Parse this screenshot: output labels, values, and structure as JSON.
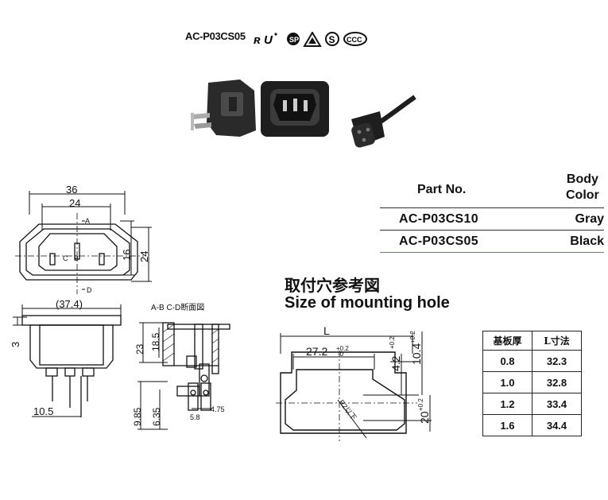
{
  "header": {
    "model": "AC-P03CS05",
    "cert_icons": [
      "ul-icon",
      "csa-icon",
      "vde-triangle-icon",
      "s-mark-icon",
      "ccc-icon"
    ]
  },
  "parts_table": {
    "col_part": "Part No.",
    "col_color_1": "Body",
    "col_color_2": "Color",
    "rows": [
      {
        "part": "AC-P03CS10",
        "color": "Gray"
      },
      {
        "part": "AC-P03CS05",
        "color": "Black"
      }
    ]
  },
  "front_view": {
    "dim_width_outer": "36",
    "dim_width_inner": "24",
    "dim_height_outer": "24",
    "dim_height_inner": "16",
    "mark_a": "A",
    "mark_b": "B",
    "mark_c": "C",
    "mark_d": "D"
  },
  "side_view": {
    "dim_width": "(37.4)",
    "dim_top": "3",
    "dim_pin": "10.5"
  },
  "section_view": {
    "label": "A-B  C-D断面図",
    "dim_23": "23",
    "dim_18_5": "18.5",
    "dim_9_85": "9.85",
    "dim_6_35": "6.35",
    "dim_5_8": "5.8",
    "dim_4_75": "4.75"
  },
  "mounting": {
    "title_cn": "取付穴参考図",
    "title_en": "Size of mounting hole",
    "dim_l": "L",
    "dim_27": "27.2",
    "tol_27": "+0.2",
    "tol_27_b": "-0",
    "dim_4_2": "4.2",
    "dim_10_4": "10.4",
    "dim_20": "20",
    "tol": "+0.2",
    "tol_b": "-0",
    "radius": "R2以下"
  },
  "size_table": {
    "col_thickness": "基板厚",
    "col_l": "L寸法",
    "rows": [
      {
        "t": "0.8",
        "l": "32.3"
      },
      {
        "t": "1.0",
        "l": "32.8"
      },
      {
        "t": "1.2",
        "l": "33.4"
      },
      {
        "t": "1.6",
        "l": "34.4"
      }
    ]
  }
}
